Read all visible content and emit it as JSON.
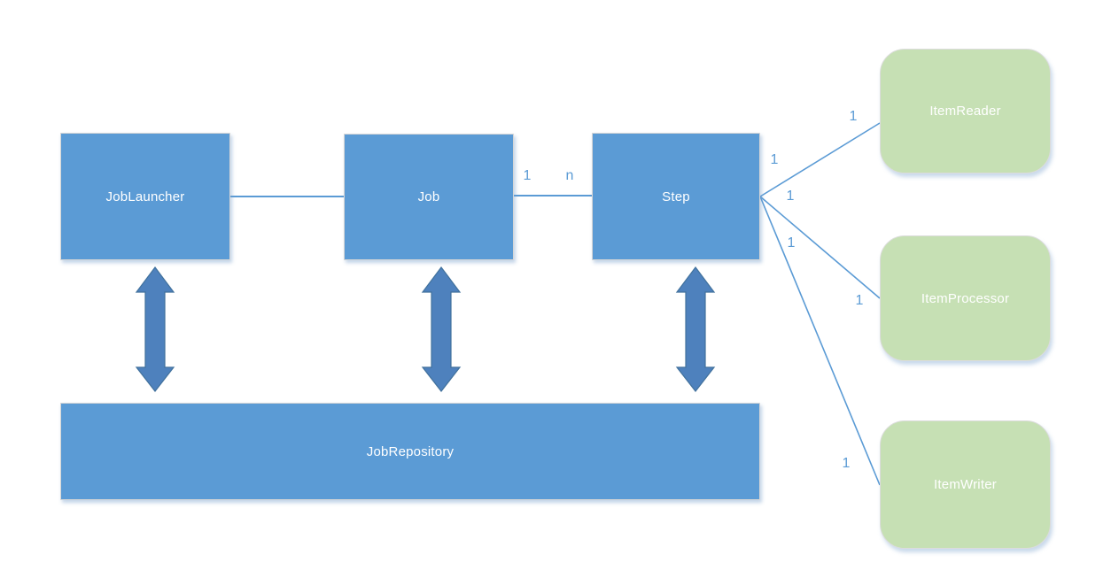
{
  "nodes": {
    "job_launcher": {
      "label": "JobLauncher",
      "shape": "rectangle",
      "fill": "#5b9bd5"
    },
    "job": {
      "label": "Job",
      "shape": "rectangle",
      "fill": "#5b9bd5"
    },
    "step": {
      "label": "Step",
      "shape": "rectangle",
      "fill": "#5b9bd5"
    },
    "job_repository": {
      "label": "JobRepository",
      "shape": "rectangle",
      "fill": "#5b9bd5"
    },
    "item_reader": {
      "label": "ItemReader",
      "shape": "rounded-rectangle",
      "fill": "#c6e0b4"
    },
    "item_processor": {
      "label": "ItemProcessor",
      "shape": "rounded-rectangle",
      "fill": "#c6e0b4"
    },
    "item_writer": {
      "label": "ItemWriter",
      "shape": "rounded-rectangle",
      "fill": "#c6e0b4"
    }
  },
  "edges": {
    "joblauncher_to_job": {
      "source_label": "",
      "target_label": ""
    },
    "job_to_step": {
      "source_label": "1",
      "target_label": "n"
    },
    "step_to_item_reader": {
      "source_label": "1",
      "target_label": "1"
    },
    "step_to_item_processor": {
      "source_label": "1",
      "target_label": "1"
    },
    "step_to_item_writer": {
      "source_label": "1",
      "target_label": "1"
    },
    "joblauncher_to_jobrepository": {
      "type": "double-arrow"
    },
    "job_to_jobrepository": {
      "type": "double-arrow"
    },
    "step_to_jobrepository": {
      "type": "double-arrow"
    }
  },
  "colors": {
    "node_blue": "#5b9bd5",
    "node_green": "#c6e0b4",
    "double_arrow_fill": "#4e81bd",
    "double_arrow_stroke": "#41719c",
    "connector": "#5b9bd5",
    "multiplicity_text": "#5b9bd5",
    "node_text": "#ffffff",
    "background": "#ffffff"
  }
}
